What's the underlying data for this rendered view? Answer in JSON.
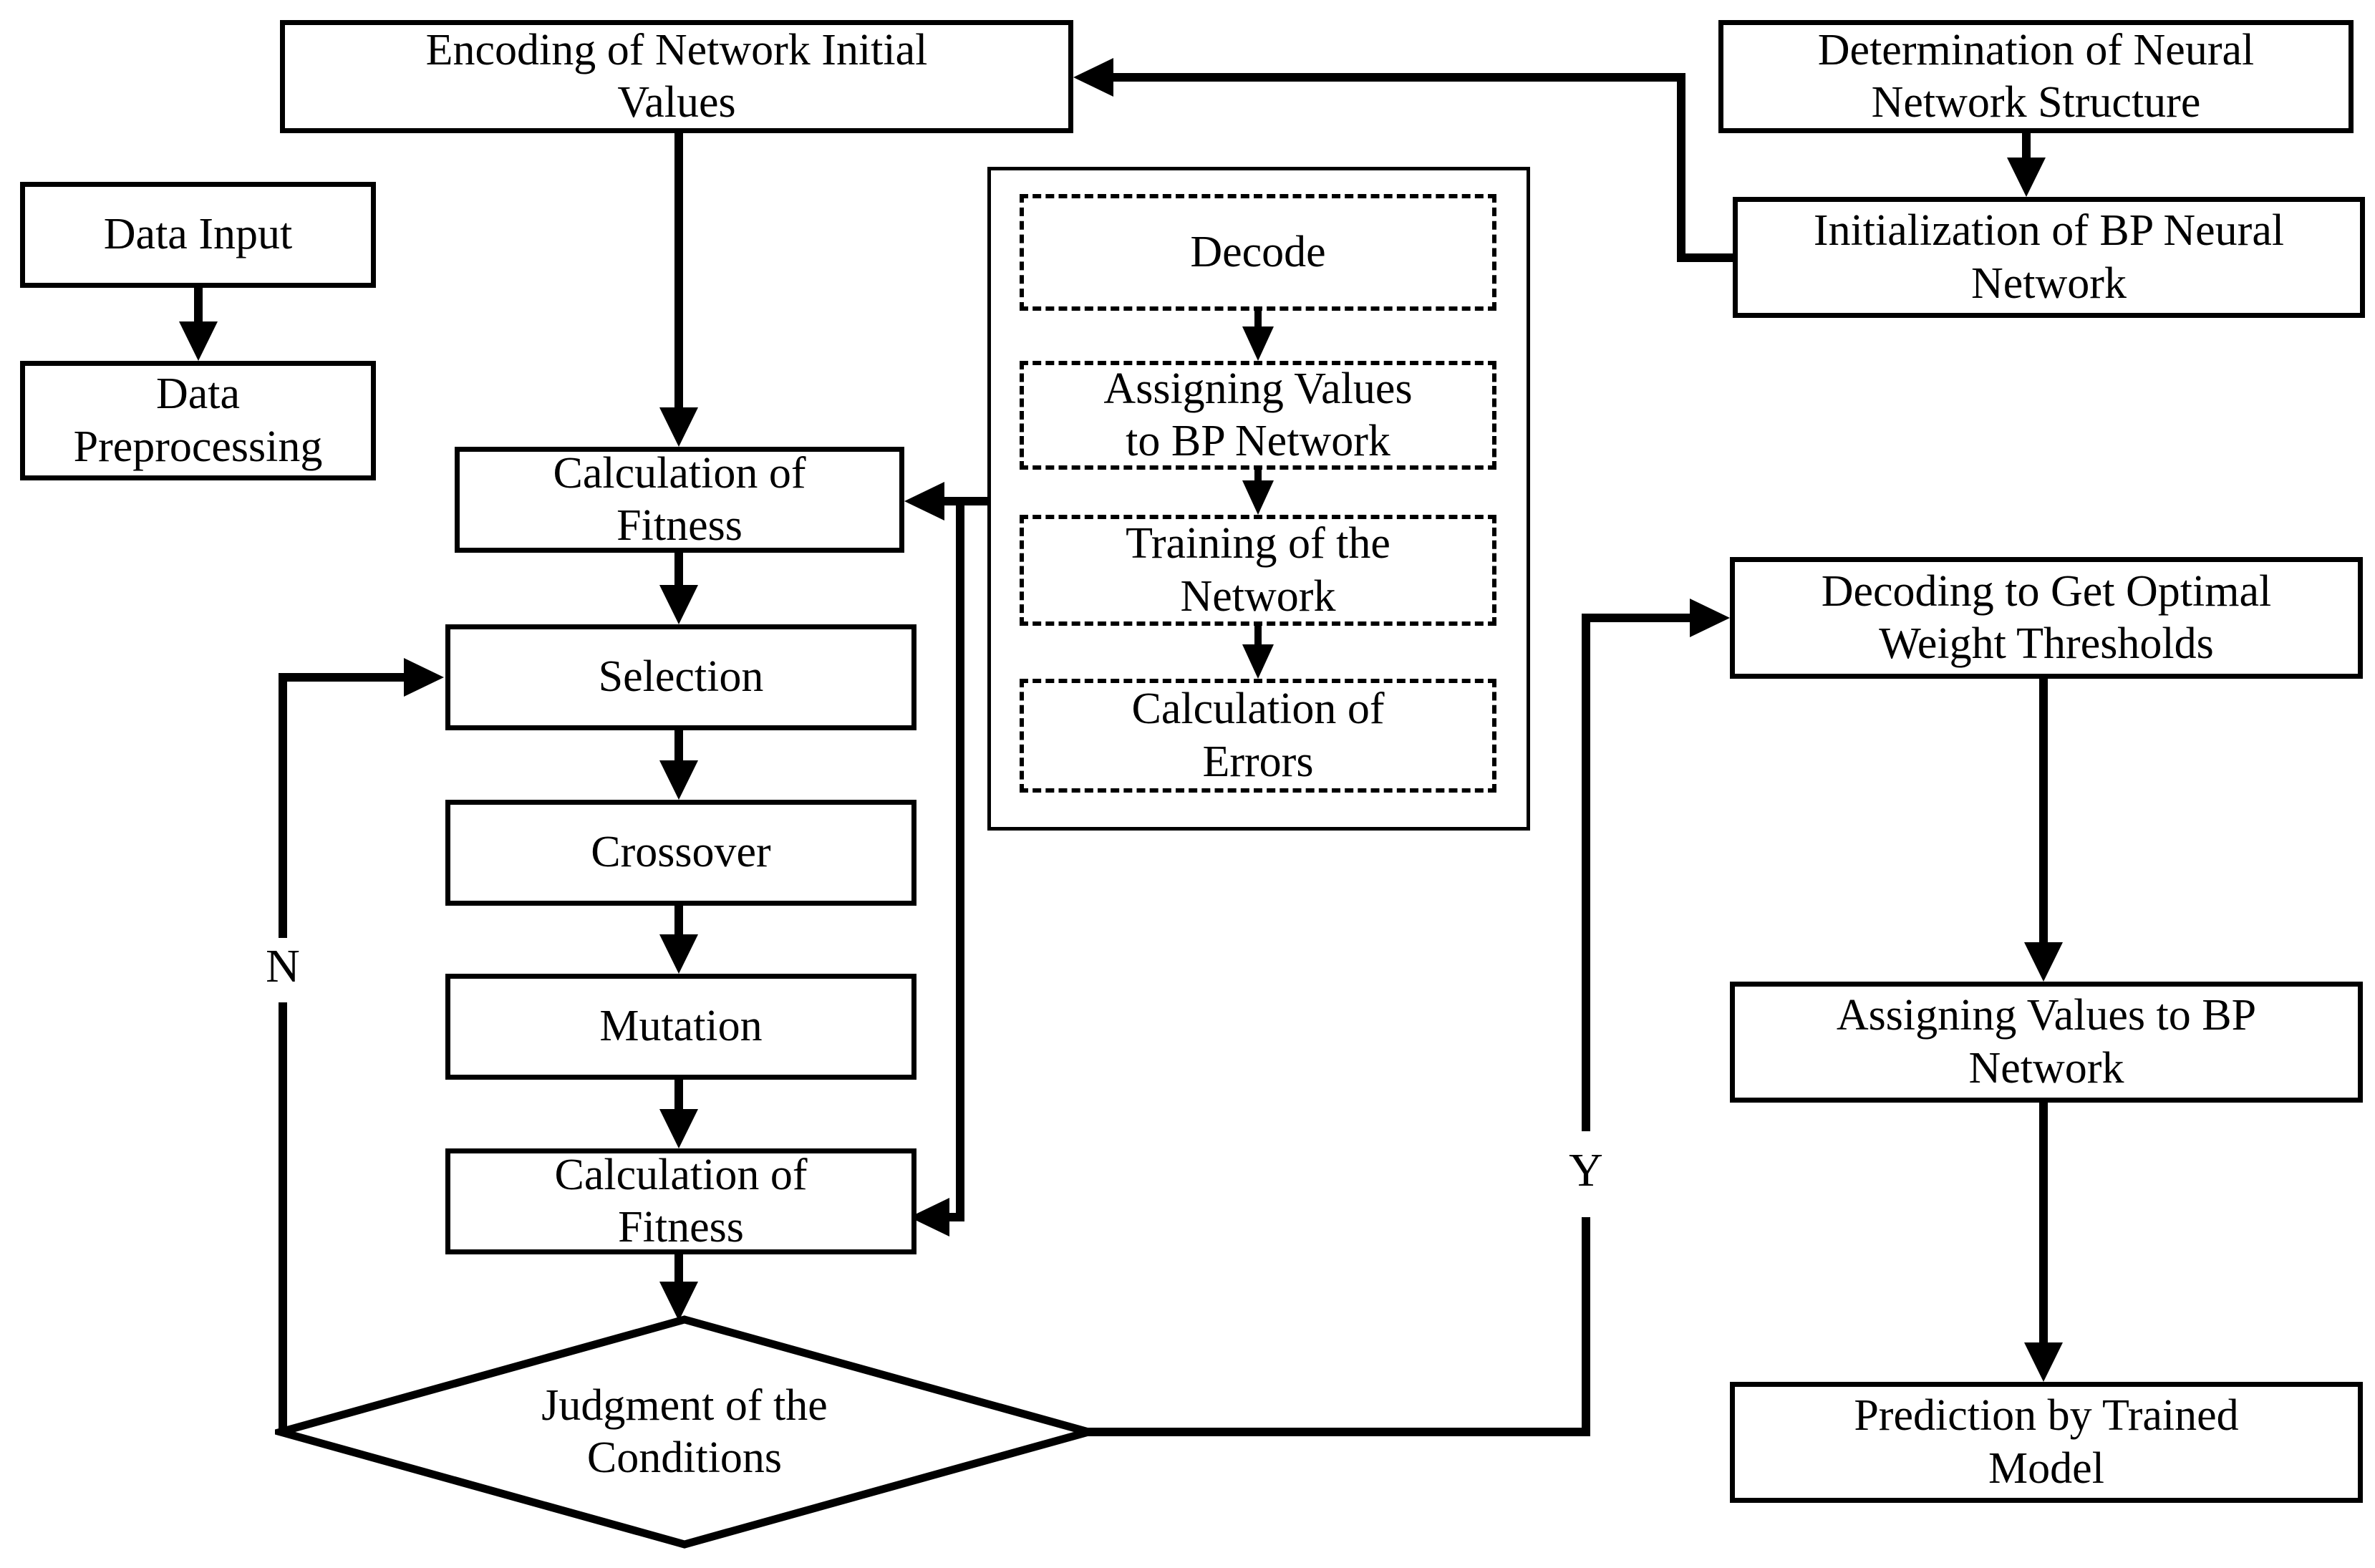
{
  "nodes": {
    "encoding": "Encoding of Network Initial\nValues",
    "data_input": "Data Input",
    "data_preprocessing": "Data\nPreprocessing",
    "calc_fitness_1": "Calculation of\nFitness",
    "selection": "Selection",
    "crossover": "Crossover",
    "mutation": "Mutation",
    "calc_fitness_2": "Calculation of\nFitness",
    "judgment": "Judgment of the\nConditions",
    "decode": "Decode",
    "assigning_mid": "Assigning Values\nto BP Network",
    "training": "Training of the\nNetwork",
    "calc_errors": "Calculation of\nErrors",
    "determination": "Determination of Neural\nNetwork Structure",
    "initialization": "Initialization of BP Neural\nNetwork",
    "decoding": "Decoding to Get Optimal\nWeight Thresholds",
    "assigning_right": "Assigning Values to BP\nNetwork",
    "prediction": "Prediction by Trained\nModel"
  },
  "edge_labels": {
    "no": "N",
    "yes": "Y"
  },
  "colors": {
    "stroke": "#000000",
    "background": "#ffffff"
  }
}
